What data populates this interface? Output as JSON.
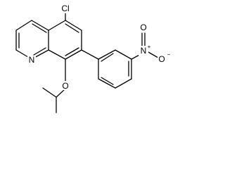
{
  "molecule": {
    "substituent_labels": {
      "chloro": "Cl",
      "ring_nitrogen": "N",
      "ether_oxygen": "O",
      "nitro_nitrogen": "N",
      "nitro_nitrogen_charge": "+",
      "nitro_oxygen_single": "O",
      "nitro_oxygen_single_charge": "−",
      "nitro_oxygen_double": "O"
    },
    "colors": {
      "bond": "#000000",
      "label": "#000000",
      "background": "#ffffff"
    }
  }
}
